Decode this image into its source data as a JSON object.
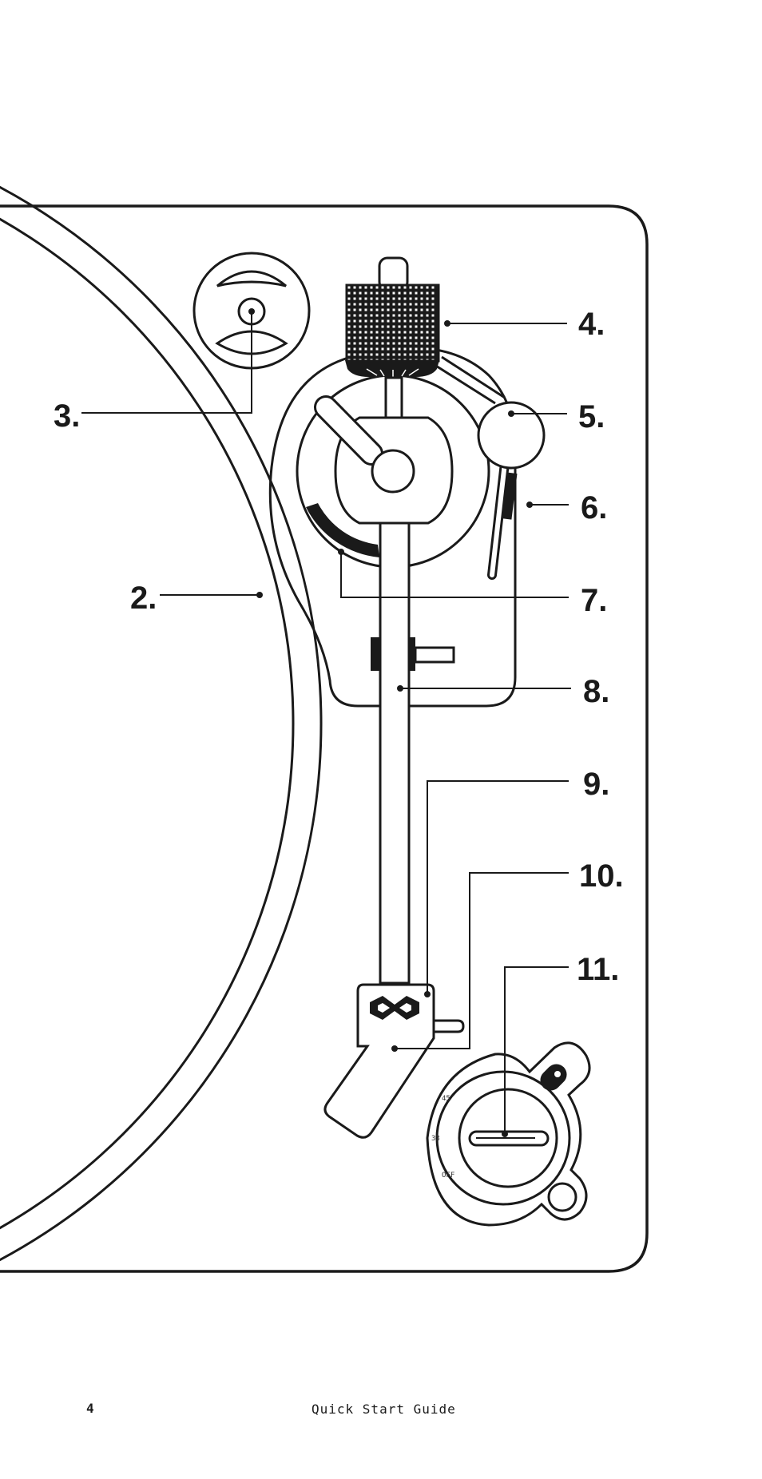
{
  "callouts": {
    "c2": "2.",
    "c3": "3.",
    "c4": "4.",
    "c5": "5.",
    "c6": "6.",
    "c7": "7.",
    "c8": "8.",
    "c9": "9.",
    "c10": "10.",
    "c11": "11."
  },
  "speed_selector": {
    "s45": "45",
    "s33": "33",
    "off": "OFF"
  },
  "footer": {
    "page_number": "4",
    "title": "Quick Start Guide"
  },
  "colors": {
    "ink": "#1a1a1a",
    "paper": "#ffffff"
  }
}
